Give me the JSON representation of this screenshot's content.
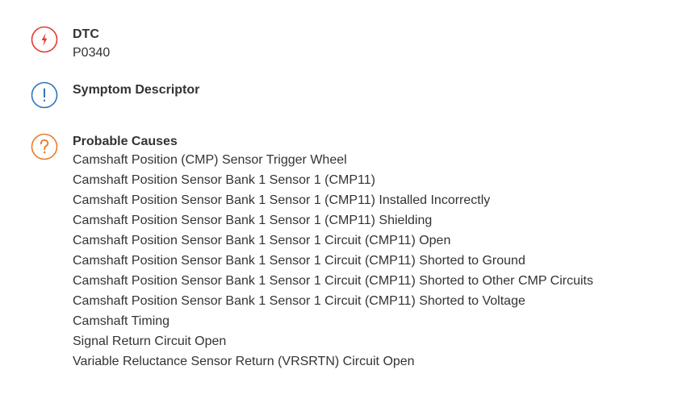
{
  "colors": {
    "dtc_icon": "#e03c31",
    "symptom_icon": "#2f74c0",
    "causes_icon": "#ec7a2a",
    "text": "#333333"
  },
  "dtc": {
    "icon": "lightning-bolt-icon",
    "heading": "DTC",
    "value": "P0340"
  },
  "symptom": {
    "icon": "exclamation-icon",
    "heading": "Symptom Descriptor"
  },
  "causes": {
    "icon": "question-mark-icon",
    "heading": "Probable Causes",
    "items": [
      "Camshaft Position (CMP) Sensor Trigger Wheel",
      "Camshaft Position Sensor Bank 1 Sensor 1 (CMP11)",
      "Camshaft Position Sensor Bank 1 Sensor 1 (CMP11) Installed Incorrectly",
      "Camshaft Position Sensor Bank 1 Sensor 1 (CMP11) Shielding",
      "Camshaft Position Sensor Bank 1 Sensor 1 Circuit (CMP11) Open",
      "Camshaft Position Sensor Bank 1 Sensor 1 Circuit (CMP11) Shorted to Ground",
      "Camshaft Position Sensor Bank 1 Sensor 1 Circuit (CMP11) Shorted to Other CMP Circuits",
      "Camshaft Position Sensor Bank 1 Sensor 1 Circuit (CMP11) Shorted to Voltage",
      "Camshaft Timing",
      "Signal Return Circuit Open",
      "Variable Reluctance Sensor Return (VRSRTN) Circuit Open"
    ]
  }
}
